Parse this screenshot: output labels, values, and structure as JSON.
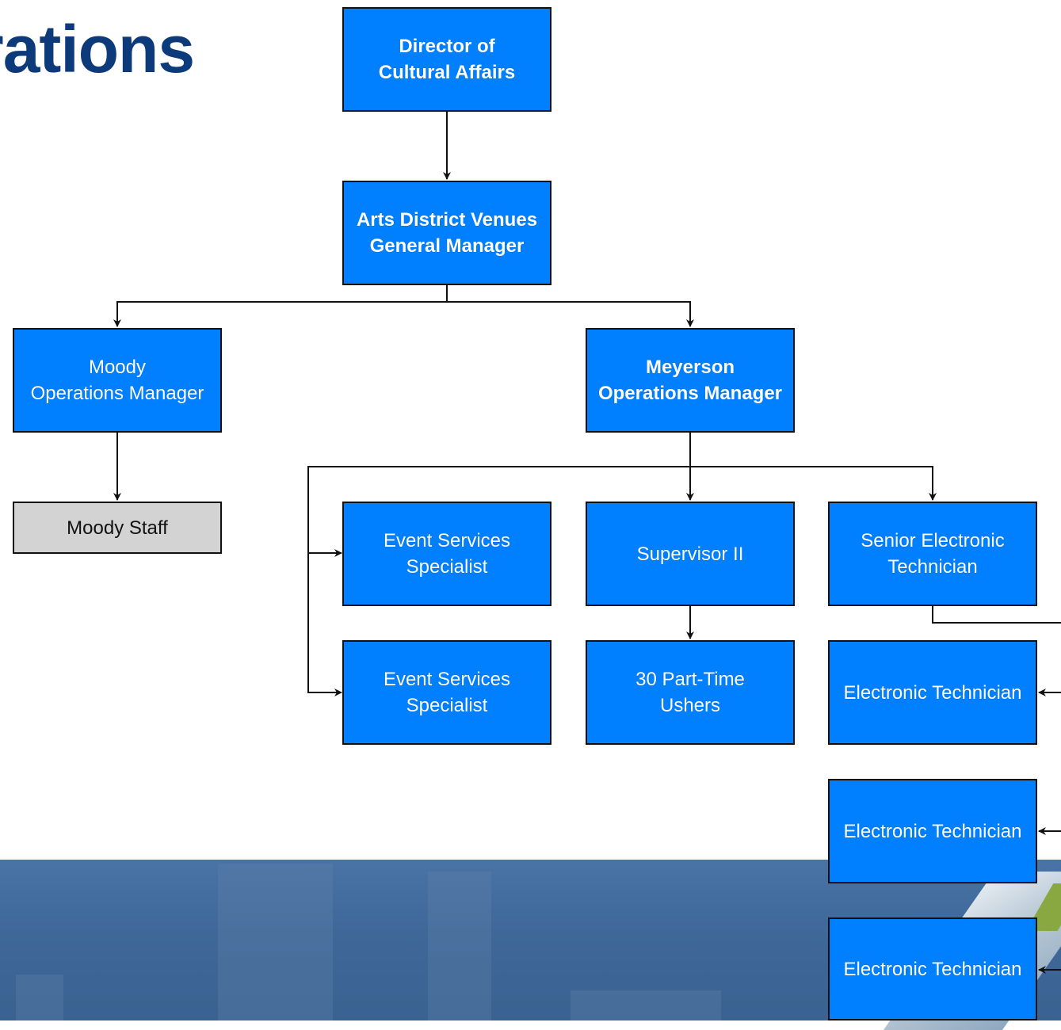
{
  "slide": {
    "title_fragment": "rations"
  },
  "org_chart": {
    "director": "Director of\nCultural Affairs",
    "general_manager": "Arts District Venues\nGeneral Manager",
    "moody_manager": "Moody\nOperations Manager",
    "meyerson_manager": "Meyerson\nOperations Manager",
    "moody_staff": "Moody Staff",
    "event_specialist_1": "Event Services\nSpecialist",
    "event_specialist_2": "Event Services\nSpecialist",
    "supervisor": "Supervisor II",
    "ushers": "30 Part-Time\nUshers",
    "senior_tech": "Senior Electronic\nTechnician",
    "tech_1": "Electronic Technician",
    "tech_2": "Electronic Technician",
    "tech_3": "Electronic Technician"
  },
  "colors": {
    "box_fill": "#0080ff",
    "staff_fill": "#d3d3d3",
    "title": "#0d3a7a",
    "band": "#4a73a6"
  }
}
